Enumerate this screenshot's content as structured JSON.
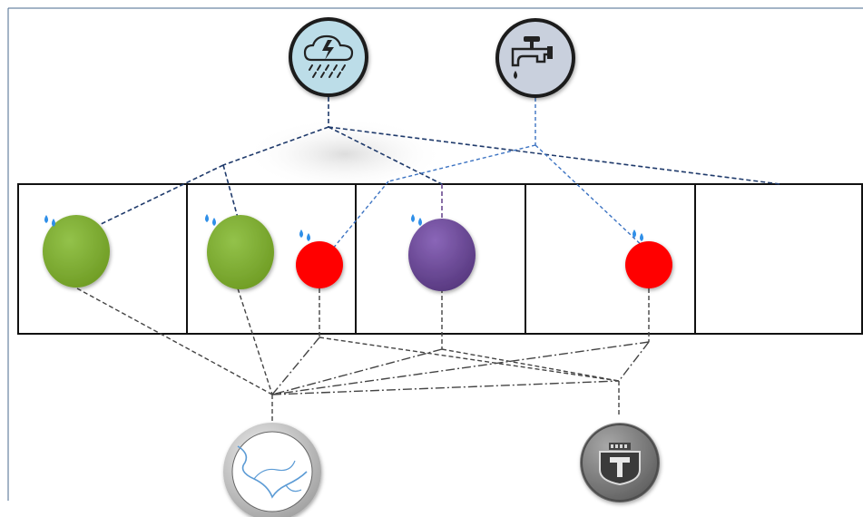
{
  "diagram": {
    "colors": {
      "frame": "#4a6a8c",
      "cell_border": "#111111",
      "rain_line": "#1f3a6b",
      "tap_line": "#3c73c2",
      "bottom_line": "#444444",
      "purple_line": "#6a4a90",
      "green_node": "#7fae2f",
      "red_node": "#ff0000",
      "purple_node": "#6b4a94",
      "water_drop": "#2f8fe8",
      "rain_icon_fill": "#bcdde8",
      "tap_icon_fill": "#c9d0dd",
      "river_icon_fill": "#ffffff",
      "treatment_icon_fill": "#777777"
    },
    "icons": {
      "rain": "rain-cloud-lightning-icon",
      "tap": "water-tap-icon",
      "river": "river-map-icon",
      "treatment": "treatment-plant-icon",
      "drops": "water-drops-icon"
    },
    "zones": [
      {
        "id": "zone-1",
        "nodes": [
          {
            "color": "green",
            "size": "large",
            "irrigated": true
          }
        ]
      },
      {
        "id": "zone-2",
        "nodes": [
          {
            "color": "green",
            "size": "large",
            "irrigated": true
          },
          {
            "color": "red",
            "size": "small",
            "irrigated": true
          }
        ]
      },
      {
        "id": "zone-3",
        "nodes": [
          {
            "color": "purple",
            "size": "large",
            "irrigated": true
          }
        ]
      },
      {
        "id": "zone-4",
        "nodes": [
          {
            "color": "red",
            "size": "small",
            "irrigated": true
          }
        ]
      },
      {
        "id": "zone-5",
        "nodes": []
      }
    ]
  }
}
